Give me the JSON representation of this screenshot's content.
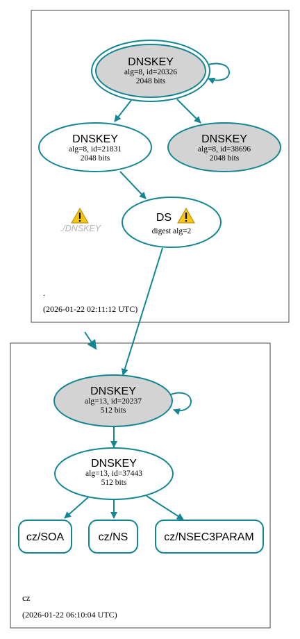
{
  "zones": [
    {
      "name": ".",
      "timestamp": "(2026-01-22 02:11:12 UTC)"
    },
    {
      "name": "cz",
      "timestamp": "(2026-01-22 06:10:04 UTC)"
    }
  ],
  "root_ksk": {
    "title": "DNSKEY",
    "line1": "alg=8, id=20326",
    "line2": "2048 bits"
  },
  "root_zsk_a": {
    "title": "DNSKEY",
    "line1": "alg=8, id=21831",
    "line2": "2048 bits"
  },
  "root_zsk_b": {
    "title": "DNSKEY",
    "line1": "alg=8, id=38696",
    "line2": "2048 bits"
  },
  "root_ds": {
    "title": "DS",
    "line1": "digest alg=2"
  },
  "root_missing": {
    "label": "./DNSKEY"
  },
  "cz_ksk": {
    "title": "DNSKEY",
    "line1": "alg=13, id=20237",
    "line2": "512 bits"
  },
  "cz_zsk": {
    "title": "DNSKEY",
    "line1": "alg=13, id=37443",
    "line2": "512 bits"
  },
  "rrsets": [
    {
      "label": "cz/SOA"
    },
    {
      "label": "cz/NS"
    },
    {
      "label": "cz/NSEC3PARAM"
    }
  ],
  "colors": {
    "edge": "#148593",
    "grey_fill": "#d3d3d3",
    "warning": "#f5c518"
  },
  "icons": {
    "warning": "warning-triangle-icon"
  }
}
